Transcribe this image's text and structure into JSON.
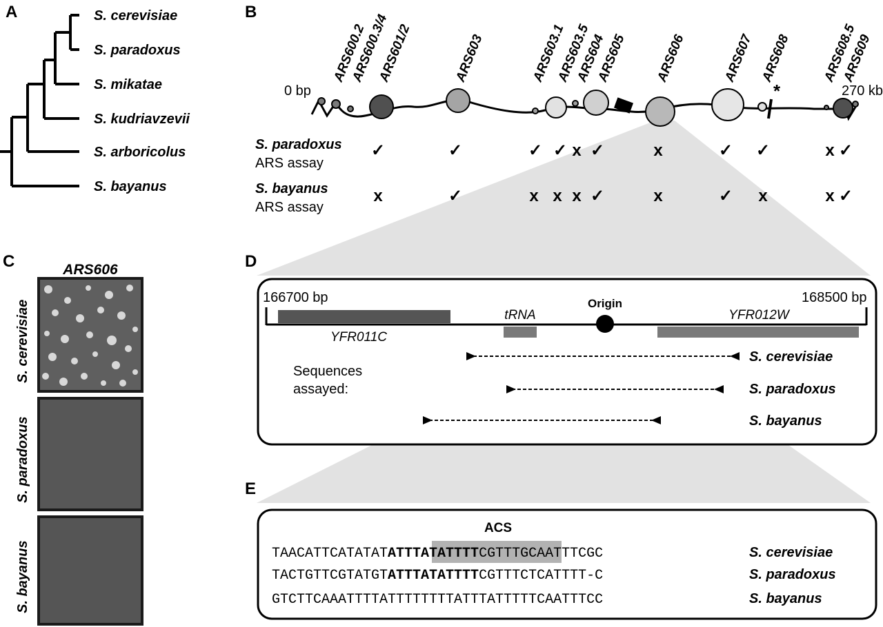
{
  "panels": {
    "a": "A",
    "b": "B",
    "c": "C",
    "d": "D",
    "e": "E"
  },
  "tree": {
    "species": [
      "S. cerevisiae",
      "S. paradoxus",
      "S. mikatae",
      "S. kudriavzevii",
      "S. arboricolus",
      "S. bayanus"
    ]
  },
  "chromosome": {
    "start_label": "0 bp",
    "end_label": "270 kb",
    "star": "*",
    "ars_labels": [
      "ARS600.2",
      "ARS600.3/4",
      "ARS601/2",
      "ARS603",
      "ARS603.1",
      "ARS603.5",
      "ARS604",
      "ARS605",
      "ARS606",
      "ARS607",
      "ARS608",
      "ARS608.5",
      "ARS609"
    ],
    "assays": [
      {
        "species": "S. paradoxus",
        "label": "ARS assay",
        "marks": [
          "✓",
          "✓",
          "✓",
          "✓",
          "x",
          "✓",
          "x",
          "✓",
          "✓",
          "x",
          "✓"
        ]
      },
      {
        "species": "S. bayanus",
        "label": "ARS assay",
        "marks": [
          "x",
          "✓",
          "x",
          "x",
          "x",
          "✓",
          "x",
          "✓",
          "x",
          "x",
          "✓"
        ]
      }
    ]
  },
  "plates": {
    "title": "ARS606",
    "labels": [
      "S. cerevisiae",
      "S. paradoxus",
      "S. bayanus"
    ]
  },
  "locus": {
    "start": "166700 bp",
    "end": "168500 bp",
    "gene_left": "YFR011C",
    "trna": "tRNA",
    "origin": "Origin",
    "gene_right": "YFR012W",
    "assayed_line1": "Sequences",
    "assayed_line2": "assayed:",
    "fragments": [
      "S. cerevisiae",
      "S. paradoxus",
      "S. bayanus"
    ]
  },
  "sequence": {
    "acs": "ACS",
    "rows": [
      {
        "pre": "TAACATTCATATAT",
        "core": "ATTTATATTTT",
        "post": "CGTTTGCAATTTCGC",
        "species": "S. cerevisiae"
      },
      {
        "pre": "TACTGTTCGTATGT",
        "core": "ATTTATATTTT",
        "post": "CGTTTCTCATTTT-C",
        "species": "S. paradoxus"
      },
      {
        "pre": "GTCTTCAAATTTTATTTTTTTTATTTATTTTTCAATTTCC",
        "core": "",
        "post": "",
        "species": "S. bayanus"
      }
    ]
  }
}
